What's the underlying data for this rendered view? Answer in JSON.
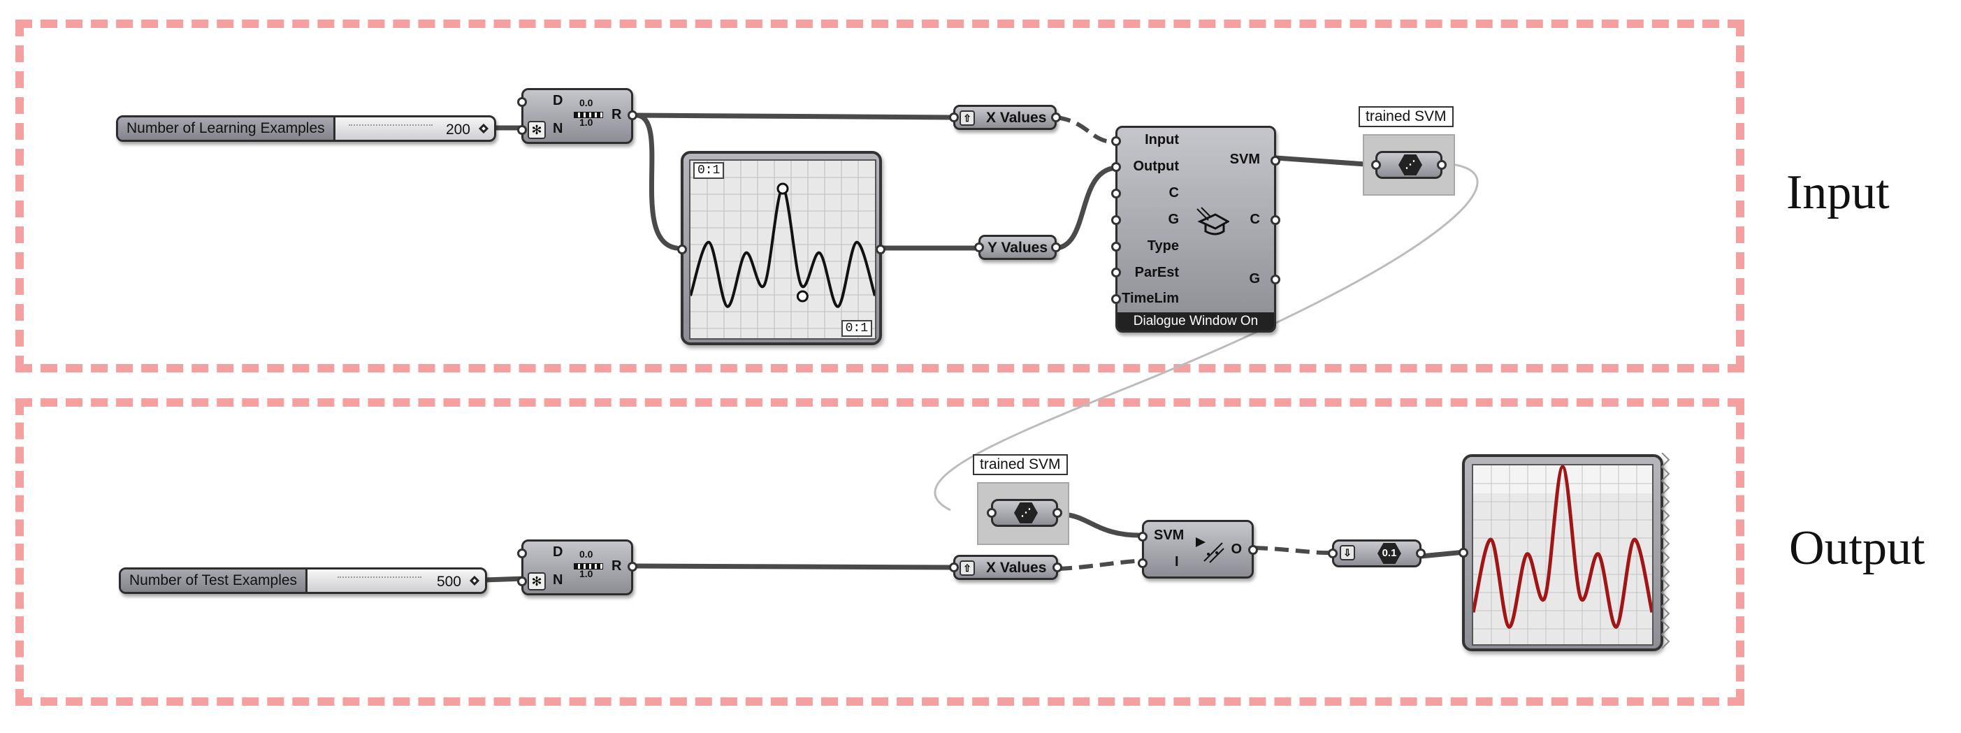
{
  "sections": {
    "input_label": "Input",
    "output_label": "Output"
  },
  "input": {
    "slider": {
      "name": "Number of Learning Examples",
      "value": "200"
    },
    "range": {
      "d": "D",
      "n": "N",
      "r": "R",
      "top": "0.0",
      "bottom": "1.0"
    },
    "graph": {
      "tag_top": "0:1",
      "tag_bottom": "0:1"
    },
    "x_values": "X Values",
    "y_values": "Y Values",
    "learner": {
      "inputs": [
        "Input",
        "Output",
        "C",
        "G",
        "Type",
        "ParEst",
        "TimeLim"
      ],
      "outputs": [
        "SVM",
        "C",
        "G"
      ],
      "footer": "Dialogue Window On"
    },
    "trained_svm": "trained SVM"
  },
  "output": {
    "slider": {
      "name": "Number of Test Examples",
      "value": "500"
    },
    "range": {
      "d": "D",
      "n": "N",
      "r": "R",
      "top": "0.0",
      "bottom": "1.0"
    },
    "x_values": "X Values",
    "trained_svm": "trained SVM",
    "predict": {
      "inputs": [
        "SVM",
        "I"
      ],
      "output": "O"
    },
    "panel_value": "0.1"
  },
  "icons": {
    "range_icon": "range-bars-icon",
    "learner_icon": "graduation-cap-icon",
    "svm_icon": "svm-hexagon-icon",
    "predict_icon": "predict-arrow-icon",
    "param_icon": "up-arrow-icon",
    "panel_icon": "down-arrow-icon",
    "n_icon": "asterisk-icon"
  },
  "colors": {
    "frame": "#f4a0a0",
    "component": "#a0a0a8",
    "output_curve": "#a01515",
    "wire": "#4a4a4a"
  },
  "chart_data": {
    "type": "line",
    "series": [
      {
        "values": [
          0,
          0.5,
          -0.1,
          0.4,
          0.1,
          1.0,
          0.1,
          0.4,
          -0.1,
          0.5,
          0
        ]
      }
    ]
  }
}
